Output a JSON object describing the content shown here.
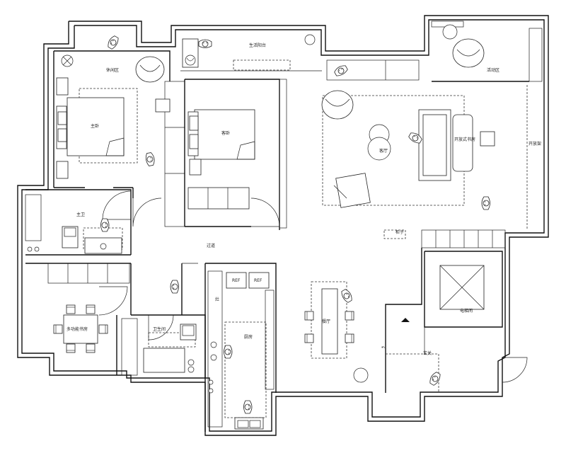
{
  "labels": {
    "leisure": "休闲区",
    "master_bedroom": "主卧",
    "guest_bedroom": "客卧",
    "living_balcony": "生活阳台",
    "activity": "活动区",
    "living_room": "客厅",
    "bookshelf_desk": "开放式书房",
    "open_shelf": "开放架",
    "cabinet": "柜子",
    "corridor": "过道",
    "master_bath": "主卫",
    "multi_study": "多功能书房",
    "bathroom": "卫生间",
    "kitchen": "厨房",
    "dining": "餐厅",
    "elevator": "电梯间",
    "entrance": "玄关",
    "fridge_1": "REF",
    "fridge_2": "REF",
    "stove": "灶"
  }
}
